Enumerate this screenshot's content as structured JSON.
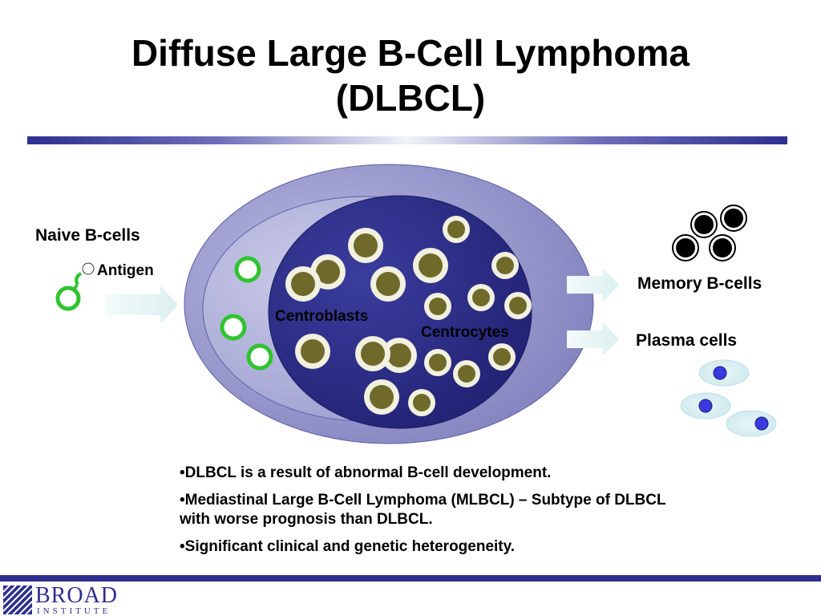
{
  "title": {
    "line1": "Diffuse Large B-Cell Lymphoma",
    "line2": "(DLBCL)"
  },
  "labels": {
    "naive": "Naive B-cells",
    "antigen": "Antigen",
    "centroblasts": "Centroblasts",
    "centrocytes": "Centrocytes",
    "memory": "Memory B-cells",
    "plasma": "Plasma cells"
  },
  "bullets": [
    "•DLBCL is a result of abnormal B-cell development.",
    "•Mediastinal Large B-Cell Lymphoma (MLBCL) – Subtype of DLBCL with worse prognosis than DLBCL.",
    "•Significant clinical and genetic heterogeneity."
  ],
  "logo": {
    "word": "BROAD",
    "sub": "INSTITUTE"
  },
  "colors": {
    "accent": "#2e2f8f",
    "outer_oval": "#8f90c6",
    "inner_oval": "#2e2f8f",
    "cell_olive": "#6f6a2a",
    "naive_cell": "#33cc33",
    "plasma_nucleus": "#3a3ae0"
  }
}
